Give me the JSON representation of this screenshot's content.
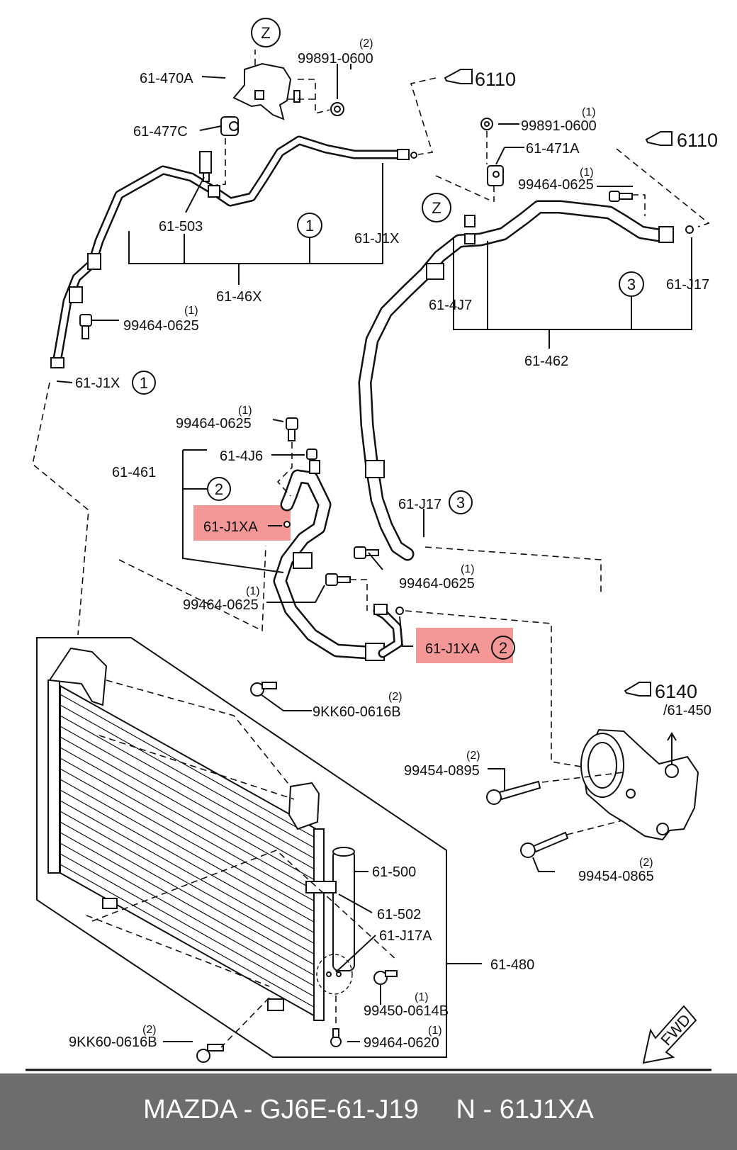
{
  "diagram": {
    "labels": {
      "zone_top": "Z",
      "zone_mid": "Z",
      "ref_6110_a": "6110",
      "ref_6110_b": "6110",
      "ref_6140": "6140",
      "p_61_450": "/61-450",
      "p_61_470A": "61-470A",
      "p_61_477C": "61-477C",
      "p_99891_0600_a": "99891-0600",
      "q_99891_0600_a": "(2)",
      "p_99891_0600_b": "99891-0600",
      "q_99891_0600_b": "(1)",
      "p_61_471A": "61-471A",
      "p_99464_0625_a": "99464-0625",
      "q_99464_0625_a": "(1)",
      "p_61_503": "61-503",
      "p_61_J1X_a": "61-J1X",
      "circ_1_a": "1",
      "p_61_46X": "61-46X",
      "p_61_4J7": "61-4J7",
      "circ_3_a": "3",
      "p_61_J17_a": "61-J17",
      "p_61_462": "61-462",
      "p_99464_0625_b": "99464-0625",
      "q_99464_0625_b": "(1)",
      "p_61_J1X_b": "61-J1X",
      "circ_1_b": "1",
      "p_99464_0625_c": "99464-0625",
      "q_99464_0625_c": "(1)",
      "p_61_4J6": "61-4J6",
      "p_61_461": "61-461",
      "circ_2_a": "2",
      "p_61_J1XA_a": "61-J1XA",
      "p_61_J17_b": "61-J17",
      "circ_3_b": "3",
      "p_99464_0625_d": "99464-0625",
      "q_99464_0625_d": "(1)",
      "p_99464_0625_e": "99464-0625",
      "q_99464_0625_e": "(1)",
      "p_61_J1XA_b": "61-J1XA",
      "circ_2_b": "2",
      "p_9KK60_0616B_a": "9KK60-0616B",
      "q_9KK60_0616B_a": "(2)",
      "p_99454_0895": "99454-0895",
      "q_99454_0895": "(2)",
      "p_99454_0865": "99454-0865",
      "q_99454_0865": "(2)",
      "p_61_500": "61-500",
      "p_61_502": "61-502",
      "p_61_J17A": "61-J17A",
      "p_61_480": "61-480",
      "p_99450_0614B": "99450-0614B",
      "q_99450_0614B": "(1)",
      "p_9KK60_0616B_b": "9KK60-0616B",
      "q_9KK60_0616B_b": "(2)",
      "p_99464_0620": "99464-0620",
      "q_99464_0620": "(1)",
      "fwd": "FWD"
    },
    "highlight_color": "#f08080"
  },
  "footer": {
    "text": "MAZDA - GJ6E-61-J19     N - 61J1XA"
  }
}
